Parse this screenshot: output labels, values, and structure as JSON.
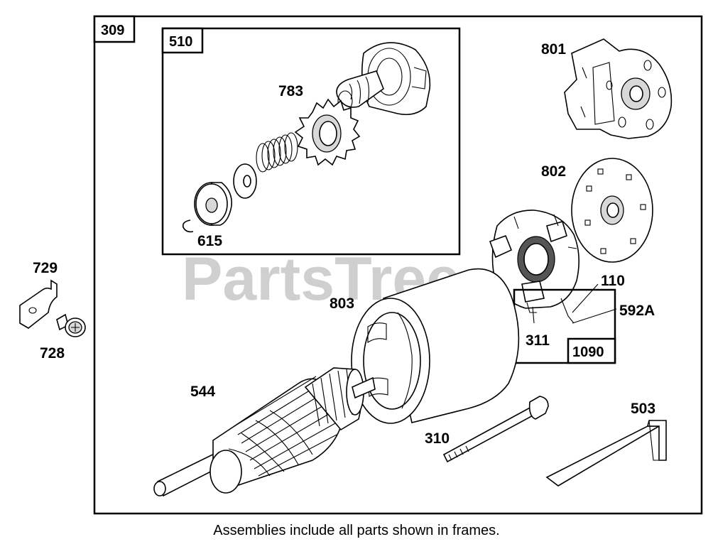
{
  "watermark": "PartsTree",
  "caption": "Assemblies include all parts shown in frames.",
  "frames": {
    "main": "309",
    "drive": "510",
    "brush": "1090"
  },
  "parts": {
    "p783": "783",
    "p615": "615",
    "p801": "801",
    "p802": "802",
    "p110": "110",
    "p592A": "592A",
    "p311": "311",
    "p729": "729",
    "p728": "728",
    "p803": "803",
    "p544": "544",
    "p310": "310",
    "p503": "503"
  }
}
